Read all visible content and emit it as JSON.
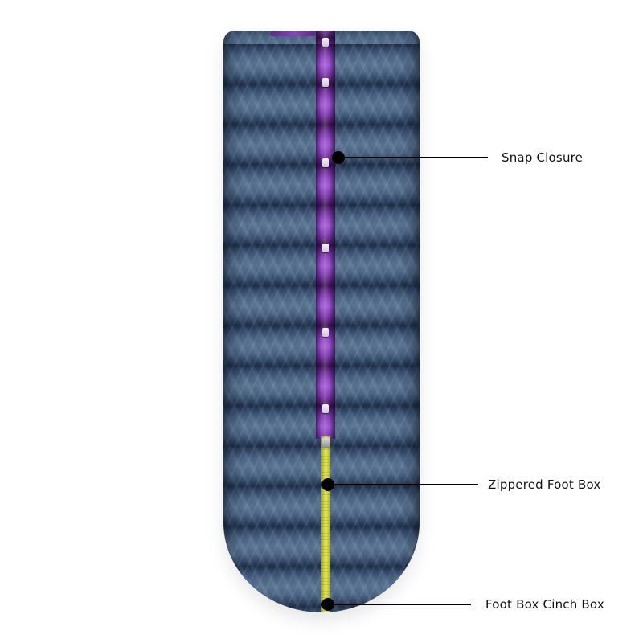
{
  "figure": {
    "kind": "annotated product diagram",
    "subject": "Ultralight down quilt, top view with feature callouts",
    "background_color": "#ffffff",
    "colors": {
      "shell_navy": "#3c5575",
      "shell_highlight": "#5b7695",
      "shell_shadow": "#1e2f47",
      "snap_strip_purple": "#7c35aa",
      "snap_strip_highlight": "#9c55d1",
      "zipper_yellow": "#ccd138",
      "callout_black": "#000000"
    }
  },
  "annotations": [
    {
      "id": "snap-closure",
      "label": "Snap Closure"
    },
    {
      "id": "zippered-foot-box",
      "label": "Zippered Foot Box"
    },
    {
      "id": "foot-box-cinch",
      "label": "Foot Box Cinch Box"
    }
  ]
}
